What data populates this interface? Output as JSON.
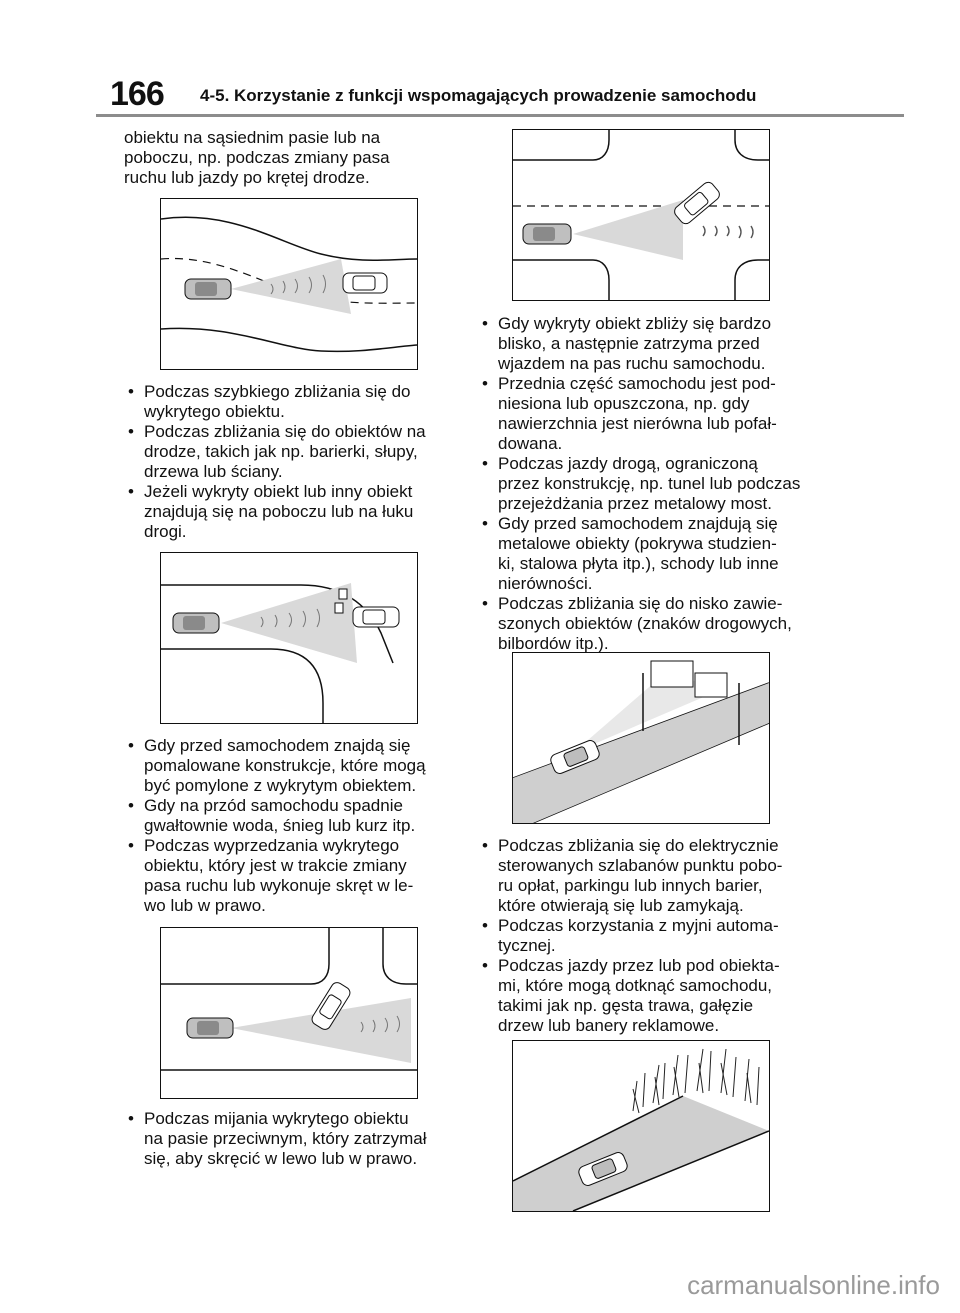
{
  "header": {
    "page_number": "166",
    "section_title": "4-5. Korzystanie z funkcji wspomagających prowadzenie samochodu"
  },
  "left_column": {
    "intro": "obiektu na sąsiednim pasie lub na\npoboczu, np. podczas zmiany pasa\nruchu lub jazdy po krętej drodze.",
    "bullets_1": [
      "Podczas szybkiego zbliżania się do\nwykrytego obiektu.",
      "Podczas zbliżania się do obiektów na\ndrodze, takich jak np. barierki, słupy,\ndrzewa lub ściany.",
      "Jeżeli wykryty obiekt lub inny obiekt\nznajdują się na poboczu lub na łuku\ndrogi."
    ],
    "bullets_2": [
      "Gdy przed samochodem znajdą się\npomalowane konstrukcje, które mogą\nbyć pomylone z wykrytym obiektem.",
      "Gdy na przód samochodu spadnie\ngwałtownie woda, śnieg lub kurz itp.",
      "Podczas wyprzedzania wykrytego\nobiektu, który jest w trakcie zmiany\npasa ruchu lub wykonuje skręt w le-\nwo lub w prawo."
    ],
    "bullets_3": [
      "Podczas mijania wykrytego obiektu\nna pasie przeciwnym, który zatrzymał\nsię, aby skręcić w lewo lub w prawo."
    ]
  },
  "right_column": {
    "bullets_1": [
      "Gdy wykryty obiekt zbliży się bardzo\nblisko, a następnie zatrzyma przed\nwjazdem na pas ruchu samochodu.",
      "Przednia część samochodu jest pod-\nniesiona lub opuszczona, np. gdy\nnawierzchnia jest nierówna lub pofał-\ndowana.",
      "Podczas jazdy drogą, ograniczoną\nprzez konstrukcję, np. tunel lub podczas\nprzejeżdżania przez metalowy most.",
      "Gdy przed samochodem znajdują się\nmetalowe obiekty (pokrywa studzien-\nki, stalowa płyta itp.), schody lub inne\nnierówności.",
      "Podczas zbliżania się do nisko zawie-\nszonych obiektów (znaków drogowych,\nbilbordów itp.)."
    ],
    "bullets_2": [
      "Podczas zbliżania się do elektrycznie\nsterowanych szlabanów punktu pobo-\nru opłat, parkingu lub innych barier,\nktóre otwierają się lub zamykają.",
      "Podczas korzystania z myjni automa-\ntycznej.",
      "Podczas jazdy przez lub pod obiekta-\nmi, które mogą dotknąć samochodu,\ntakimi jak np. gęsta trawa, gałęzie\ndrzew lub banery reklamowe."
    ]
  },
  "watermark": "carmanualsonline.info"
}
